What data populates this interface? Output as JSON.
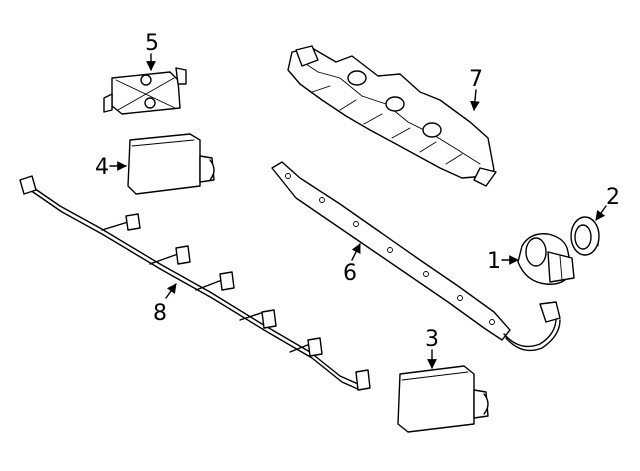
{
  "diagram": {
    "colors": {
      "stroke": "#000000",
      "background": "#ffffff"
    },
    "callouts": [
      {
        "id": "1",
        "label": "1"
      },
      {
        "id": "2",
        "label": "2"
      },
      {
        "id": "3",
        "label": "3"
      },
      {
        "id": "4",
        "label": "4"
      },
      {
        "id": "5",
        "label": "5"
      },
      {
        "id": "6",
        "label": "6"
      },
      {
        "id": "7",
        "label": "7"
      },
      {
        "id": "8",
        "label": "8"
      }
    ]
  }
}
